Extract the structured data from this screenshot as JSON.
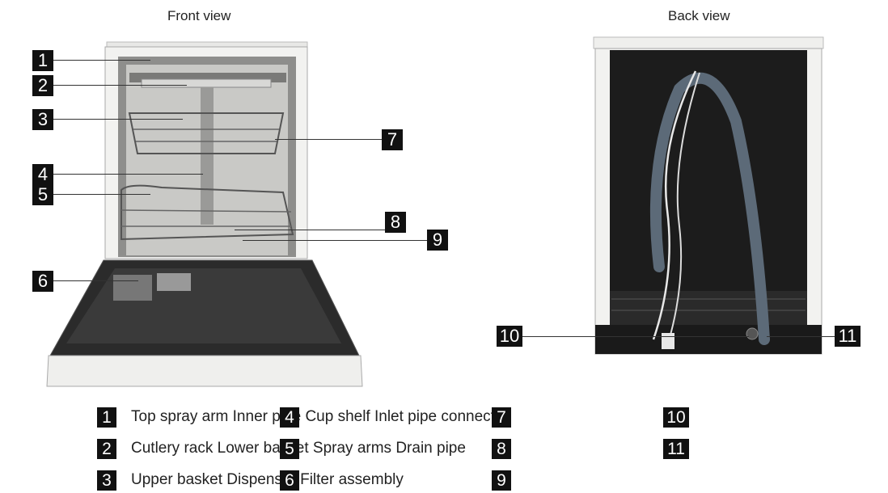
{
  "views": {
    "front": {
      "title": "Front view"
    },
    "back": {
      "title": "Back view"
    }
  },
  "callouts": [
    "1",
    "2",
    "3",
    "4",
    "5",
    "6",
    "7",
    "8",
    "9",
    "10",
    "11"
  ],
  "legend": {
    "rows": [
      "Top spray arm Inner pipe Cup shelf Inlet pipe connector",
      "Cutlery rack Lower basket Spray arms Drain pipe",
      "Upper basket Dispenser Filter assembly"
    ],
    "badges": [
      "1",
      "2",
      "3",
      "4",
      "5",
      "6",
      "7",
      "8",
      "9",
      "10",
      "11"
    ]
  },
  "colors": {
    "badge_bg": "#111111",
    "badge_text": "#ffffff",
    "appliance_body": "#f2f2f0",
    "door_interior": "#2b2b2b",
    "back_panel": "#1c1c1c",
    "hose": "#5c6a78"
  }
}
